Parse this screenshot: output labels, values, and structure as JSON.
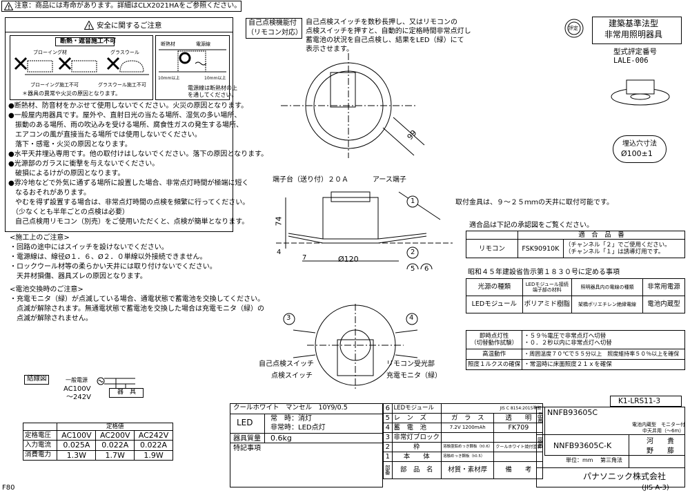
{
  "header": {
    "notice": "注意：商品には寿命があります。詳細はCLX2021HAをご参照ください。"
  },
  "safety": {
    "title": "安全に関するご注意",
    "insulation_title": "断熱・遮音施工不可",
    "blowing_label": "ブローイング材",
    "glasswool_label": "グラスウール",
    "blowing_ng": "ブローイング施工不可",
    "glasswool_ng": "グラスウール施工不可",
    "cause_note": "＊器具の異常や火災の原因となります。",
    "detail_insul": "断熱材",
    "detail_cable": "電源線",
    "detail_10a": "10mm以上",
    "detail_10b": "10mm以上",
    "detail_note1": "電源線は断熱材の上",
    "detail_note2": "を通してください。",
    "items": [
      "●断熱材、防音材をかぶせて使用しないでください。火災の原因となります。",
      "●一般屋内用器具です。屋外や、直射日光の当たる場所、湿気の多い場所、",
      "　振動のある場所、雨の吹込みを受ける場所、腐食性ガスの発生する場所、",
      "　エアコンの風が直接当たる場所では使用しないでください。",
      "　落下・感電・火災の原因となります。",
      "●水平天井埋込専用です。他の取付けはしないでください。落下の原因となります。",
      "●光源部のガラスに衝撃を与えないでください。",
      "　破損によるけがの原因となります。",
      "●雰冷地などで外気に通ずる場所に設置した場合、非常点灯時間が極端に短く",
      "　なるおそれがあります。",
      "　やむを得ず設置する場合は、非常点灯時間の点検を頻繁に行ってください。",
      "　（少なくとも半年ごとの点検は必要）",
      "　自己点検用リモコン（別売）をご使用いただくと、点検が簡単となります。"
    ]
  },
  "construction": {
    "title": "<施工上のご注意>",
    "items": [
      "・回路の途中にはスイッチを設けないでください。",
      "・電源線は、線径Ø１．６、Ø２．０単線以外接続できません。",
      "・ロックウール材等の柔らかい天井には取り付けないでください。",
      "　天井材損傷、器具ズレの原因となります。"
    ]
  },
  "battery": {
    "title": "<電池交換時のご注意>",
    "items": [
      "・充電モニタ（緑）が点滅している場合、通電状態で蓄電池を交換してください。",
      "　点滅が解除されます。無通電状態で蓄電池を交換した場合は充電モニタ（緑）の",
      "　点滅が解除されません。"
    ]
  },
  "self_check": {
    "label1": "自己点検機能付",
    "label2": "（リモコン対応）",
    "desc": [
      "自己点検スイッチを数秒長押し、又はリモコンの",
      "点検スイッチを押すと、自動的に定格時間非常点灯し",
      "蓄電池の状況を自己点検し、結果をLED（緑）にて",
      "表示させます。"
    ]
  },
  "product": {
    "type1": "建築基準法型",
    "type2": "非常用照明器具",
    "rating_label": "型式評定番号",
    "rating_no": "LALE-006",
    "cutout_label": "埋込穴寸法",
    "cutout_value": "Ø100±1",
    "badge": "評定"
  },
  "drawing": {
    "dim_99": "99",
    "terminal": "端子台（送り付）２０Ａ",
    "earth": "アース端子",
    "dim_74": "74",
    "dim_4": "4",
    "dim_7": "7",
    "dim_120": "Ø120",
    "bracket_note": "取付金具は、９～２５ｍｍの天井に取付可能です。",
    "n1": "1",
    "n2": "2",
    "n3": "3",
    "n4": "4",
    "n5": "5",
    "n6": "6",
    "self_switch": "自己点検スイッチ",
    "check_switch": "点検スイッチ",
    "remote_rx": "リモコン受光部",
    "charge_mon": "充電モニタ（緑）"
  },
  "remote_table": {
    "title": "適合品は下記の承認図をご覧ください。",
    "header": "適　合　品　番",
    "name": "リモコン",
    "model": "FSK90910K",
    "note1": "（チャンネル「２」でご使用ください。",
    "note2": "（チャンネル「１」は誘導灯用です。"
  },
  "notice_table": {
    "title": "昭和４５年建設省告示第１８３０号に定める事項",
    "headers": [
      "光源の種類",
      "LEDモジュール接続端子部の材料",
      "照明器具内の電線の種類",
      "非常用電源"
    ],
    "row": [
      "LEDモジュール",
      "ポリアミド樹脂",
      "架橋ポリエチレン絶縁電線",
      "電池内蔵型"
    ]
  },
  "performance": {
    "rows": [
      {
        "k1": "即時点灯性",
        "k2": "（切替動作試験）",
        "v1": "・５９％電圧で非常点灯へ切替",
        "v2": "・０．２秒以内に非常点灯へ切替"
      },
      {
        "k1": "高温動作",
        "k2": "",
        "v1": "・周囲温度７０℃で５５分以上　照度維持率５０％以上を確保",
        "v2": ""
      },
      {
        "k1": "照度１ルクスの確保",
        "k2": "",
        "v1": "・常温時に床面照度２１ｘを確保",
        "v2": ""
      }
    ]
  },
  "wiring": {
    "title": "結線図",
    "supply": "一般電源",
    "volt1": "AC100V",
    "volt2": "～242V",
    "fixture": "器　具"
  },
  "ratings": {
    "title": "定格値",
    "cols": [
      "AC100V",
      "AC200V",
      "AC242V"
    ],
    "rows": [
      {
        "label": "定格電圧",
        "vals": [
          "AC100V",
          "AC200V",
          "AC242V"
        ]
      },
      {
        "label": "入力電流",
        "vals": [
          "0.025A",
          "0.022A",
          "0.022A"
        ]
      },
      {
        "label": "消費電力",
        "vals": [
          "1.3W",
          "1.7W",
          "1.9W"
        ]
      }
    ]
  },
  "code_box": "K1-LRS11-3",
  "spec": {
    "color": "クールホワイト　マンセル　10Y9/0.5",
    "led": "LED",
    "normal": "常　時：消灯",
    "emergency": "非常時：LED点灯",
    "mass_label": "器具質量",
    "mass": "0.6kg",
    "remarks": "特記事項"
  },
  "parts": {
    "rows": [
      {
        "no": "6",
        "name": "LEDモジュール",
        "mat": "",
        "note": "JIS C 8154:2015準拠"
      },
      {
        "no": "5",
        "name": "レ　ン　ズ",
        "mat": "ガ　ラ　ス",
        "note": "透　　明"
      },
      {
        "no": "4",
        "name": "蓄　電　池",
        "mat": "7.2V 1200mAh",
        "note": "FK709"
      },
      {
        "no": "3",
        "name": "非常灯ブロック",
        "mat": "",
        "note": ""
      },
      {
        "no": "2",
        "name": "枠",
        "mat": "溶融亜鉛めっき鋼板（t0.6）",
        "note": "クールホワイト焼付塗装"
      },
      {
        "no": "1",
        "name": "本　　体",
        "mat": "溶融めっき鋼板（t0.5）",
        "note": ""
      }
    ],
    "col_no": "部番",
    "col_name": "部　品　名",
    "col_mat": "材質・素材厚",
    "col_note": "備　　考"
  },
  "title_block": {
    "pn_label": "品番",
    "pn": "NNFB93605C",
    "desc1": "電池内蔵型　モニター付",
    "desc2": "中天井用（～6m）",
    "dwg_label": "図番",
    "dwg": "NNFB93605C-K",
    "unit": "単位：mm",
    "angle": "第三角法",
    "sign1": "河　　貴",
    "sign2": "野　　藤",
    "company": "パナソニック株式会社"
  },
  "footer": {
    "left": "F80",
    "right": "(JIS A-3)"
  }
}
